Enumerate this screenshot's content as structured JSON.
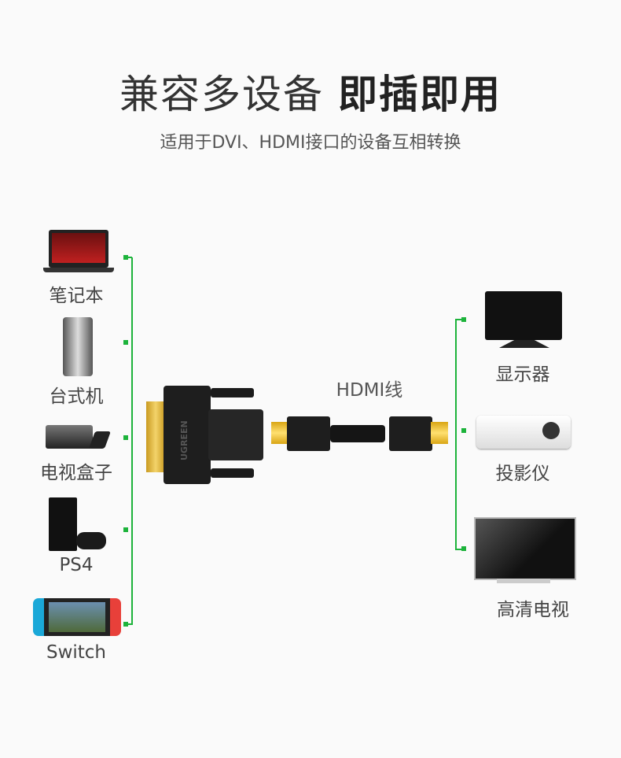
{
  "title": {
    "normal": "兼容多设备",
    "bold": "即插即用"
  },
  "subtitle": "适用于DVI、HDMI接口的设备互相转换",
  "left_devices": [
    {
      "label": "笔记本",
      "icon": "laptop-icon"
    },
    {
      "label": "台式机",
      "icon": "desktop-tower-icon"
    },
    {
      "label": "电视盒子",
      "icon": "tv-box-icon"
    },
    {
      "label": "PS4",
      "icon": "ps4-icon"
    },
    {
      "label": "Switch",
      "icon": "switch-console-icon"
    }
  ],
  "right_devices": [
    {
      "label": "显示器",
      "icon": "monitor-icon"
    },
    {
      "label": "投影仪",
      "icon": "projector-icon"
    },
    {
      "label": "高清电视",
      "icon": "hdtv-icon"
    }
  ],
  "cable_label": "HDMI线",
  "adapter_brand": "UGREEN",
  "colors": {
    "connector": "#1db33b",
    "gold": "#e8b820"
  }
}
